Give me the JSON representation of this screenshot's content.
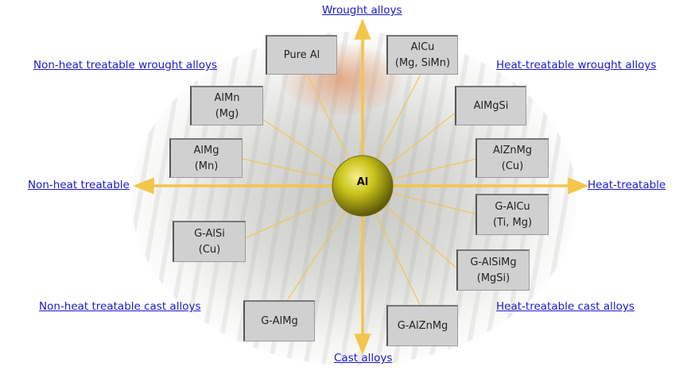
{
  "center": {
    "label": "Al"
  },
  "links": {
    "top": "Wrought alloys",
    "bottom": "Cast alloys",
    "left": "Non-heat treatable",
    "right": "Heat-treatable",
    "top_left": "Non-heat treatable wrought alloys",
    "top_right": "Heat-treatable wrought alloys",
    "bottom_left": "Non-heat treatable cast alloys",
    "bottom_right": "Heat-treatable cast alloys"
  },
  "boxes": {
    "pure_al": "Pure Al",
    "alcu": "AlCu\n(Mg, SiMn)",
    "almn": "AlMn\n(Mg)",
    "almgsi": "AlMgSi",
    "almg": "AlMg\n(Mn)",
    "alznmg": "AlZnMg\n(Cu)",
    "g_alsi": "G-AlSi\n(Cu)",
    "g_alcu": "G-AlCu\n(Ti, Mg)",
    "g_alsimg": "G-AlSiMg\n(MgSi)",
    "g_almg": "G-AlMg",
    "g_alznmg": "G-AlZnMg"
  },
  "colors": {
    "arrow": "#f3c54a",
    "sphere": "#c8c21a",
    "link": "#1a1acc",
    "box": "#d0d0d0"
  }
}
